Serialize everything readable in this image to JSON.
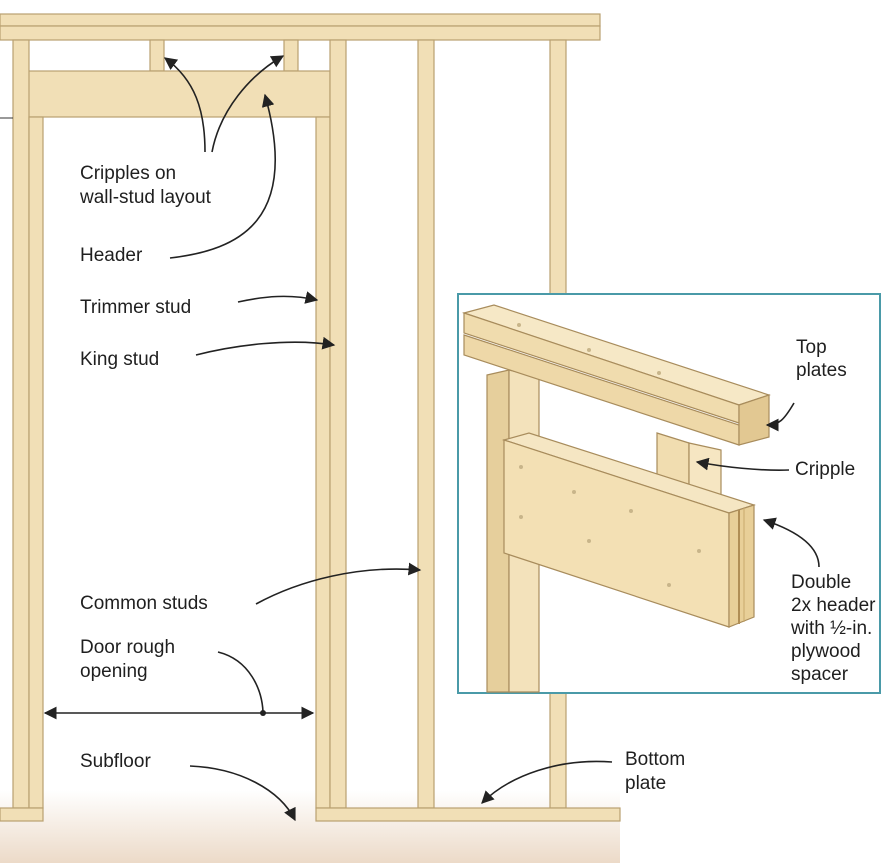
{
  "labels": {
    "cripples": "Cripples on\nwall-stud layout",
    "header": "Header",
    "trimmer": "Trimmer stud",
    "king": "King stud",
    "common": "Common studs",
    "rough": "Door rough\nopening",
    "subfloor": "Subfloor",
    "bottom": "Bottom\nplate"
  },
  "inset": {
    "top_plates": "Top\nplates",
    "cripple": "Cripple",
    "double": "Double\n2x header\nwith ½-in.\nplywood\nspacer"
  },
  "colors": {
    "wood": "#f1dfb6",
    "wood_edge": "#b9a070",
    "frame_border": "#4a9aa8",
    "floor": "#ecdac8"
  }
}
